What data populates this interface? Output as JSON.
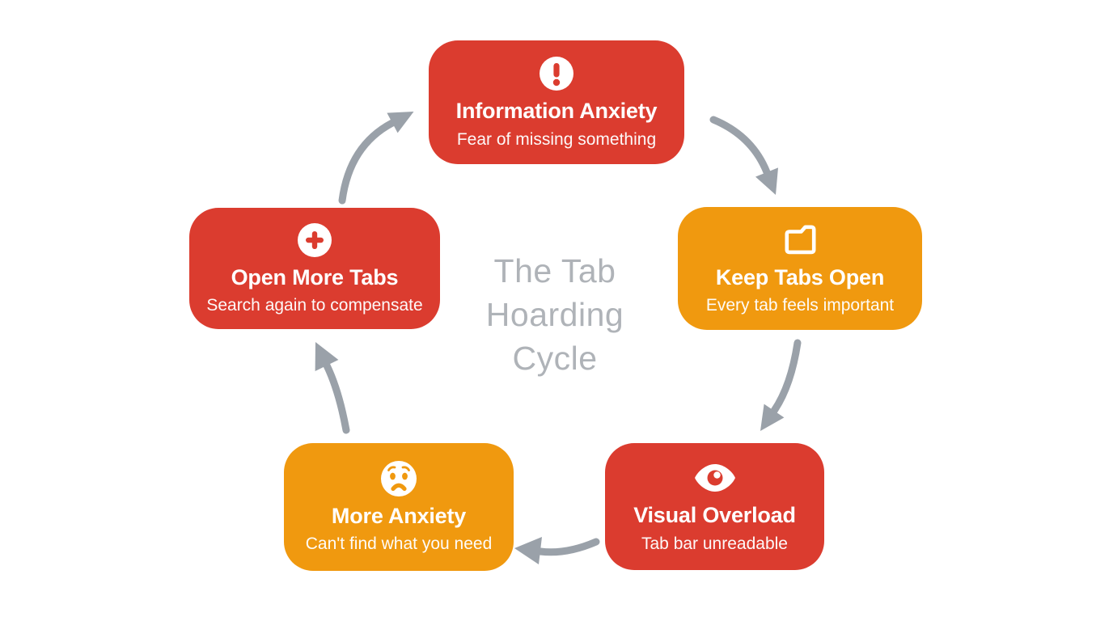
{
  "diagram": {
    "center_title": {
      "text": "The Tab Hoarding Cycle",
      "lines": [
        "The Tab",
        "Hoarding",
        "Cycle"
      ]
    },
    "nodes": [
      {
        "id": "information-anxiety",
        "title": "Information Anxiety",
        "subtitle": "Fear of missing something",
        "icon": "exclamation-circle-icon",
        "color": "red"
      },
      {
        "id": "keep-tabs-open",
        "title": "Keep Tabs Open",
        "subtitle": "Every tab feels important",
        "icon": "folder-icon",
        "color": "orange"
      },
      {
        "id": "visual-overload",
        "title": "Visual Overload",
        "subtitle": "Tab bar unreadable",
        "icon": "eye-icon",
        "color": "red"
      },
      {
        "id": "more-anxiety",
        "title": "More Anxiety",
        "subtitle": "Can't find what you need",
        "icon": "worried-face-icon",
        "color": "orange"
      },
      {
        "id": "open-more-tabs",
        "title": "Open More Tabs",
        "subtitle": "Search again to compensate",
        "icon": "plus-circle-icon",
        "color": "red"
      }
    ],
    "arrows": [
      {
        "from": "information-anxiety",
        "to": "keep-tabs-open"
      },
      {
        "from": "keep-tabs-open",
        "to": "visual-overload"
      },
      {
        "from": "visual-overload",
        "to": "more-anxiety"
      },
      {
        "from": "more-anxiety",
        "to": "open-more-tabs"
      },
      {
        "from": "open-more-tabs",
        "to": "information-anxiety"
      }
    ],
    "colors": {
      "red": "#DB3C2F",
      "orange": "#F0990F",
      "arrow": "#9AA1A9",
      "center_text": "#AFB3B8",
      "node_text": "#FFFFFF",
      "background": "#FFFFFF"
    }
  }
}
